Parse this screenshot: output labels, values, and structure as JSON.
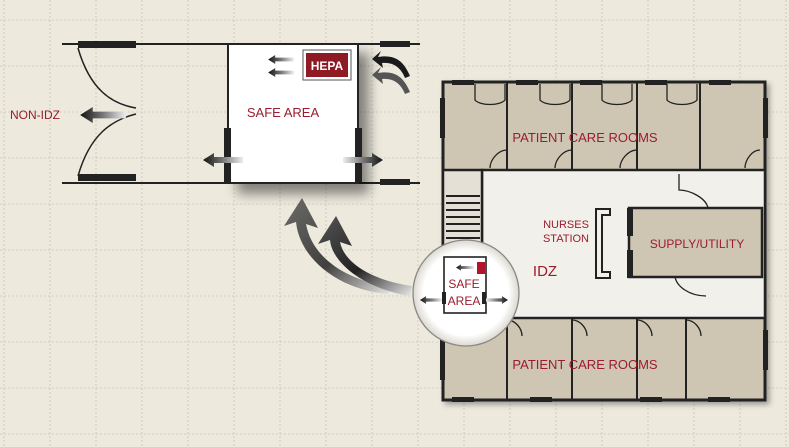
{
  "labels": {
    "non_idz": "NON-IDZ",
    "safe_area_large": "SAFE AREA",
    "hepa": "HEPA",
    "patient_care_top": "PATIENT CARE ROOMS",
    "patient_care_bottom": "PATIENT CARE ROOMS",
    "nurses_station_line1": "NURSES",
    "nurses_station_line2": "STATION",
    "supply_utility": "SUPPLY/UTILITY",
    "idz": "IDZ",
    "safe_area_small_line1": "SAFE",
    "safe_area_small_line2": "AREA"
  },
  "colors": {
    "background": "#ede9dd",
    "grid": "#c9c5bb",
    "wall": "#222222",
    "room_fill": "#cec6b3",
    "corridor_fill": "#f2f0ea",
    "label_red": "#9b1c2e",
    "hepa_red": "#8e1a23",
    "white": "#ffffff"
  },
  "icons": [
    "airflow-arrow-icon",
    "hepa-filter-icon",
    "door-swing-icon",
    "stairs-icon",
    "zoom-callout-arrow-icon"
  ]
}
